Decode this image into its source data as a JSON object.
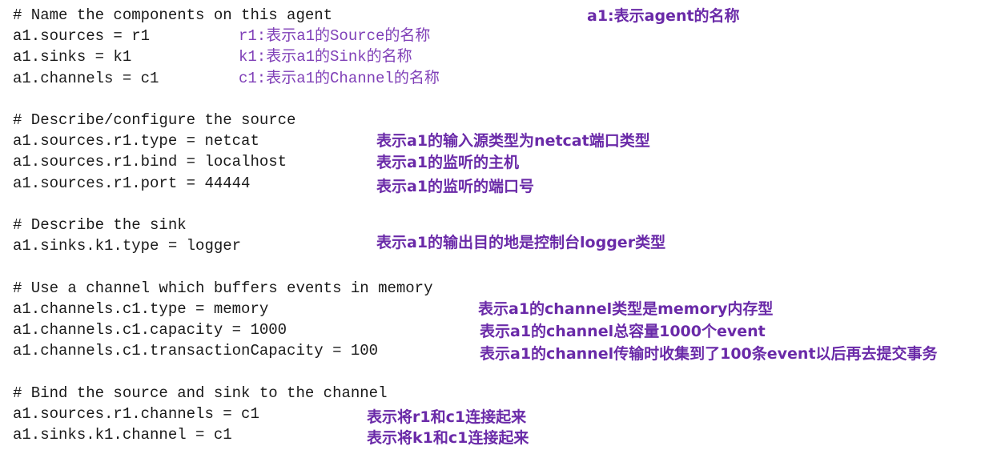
{
  "code_lines": {
    "l1": "# Name the components on this agent",
    "l2": "a1.sources = r1",
    "l3": "a1.sinks = k1",
    "l4": "a1.channels = c1",
    "l5": "# Describe/configure the source",
    "l6": "a1.sources.r1.type = netcat",
    "l7": "a1.sources.r1.bind = localhost",
    "l8": "a1.sources.r1.port = 44444",
    "l9": "# Describe the sink",
    "l10": "a1.sinks.k1.type = logger",
    "l11": "# Use a channel which buffers events in memory",
    "l12": "a1.channels.c1.type = memory",
    "l13": "a1.channels.c1.capacity = 1000",
    "l14": "a1.channels.c1.transactionCapacity = 100",
    "l15": "# Bind the source and sink to the channel",
    "l16": "a1.sources.r1.channels = c1",
    "l17": "a1.sinks.k1.channel = c1"
  },
  "annotations": {
    "agent_name": "a1:表示agent的名称",
    "source_name": "r1:表示a1的Source的名称",
    "sink_name": "k1:表示a1的Sink的名称",
    "channel_name": "c1:表示a1的Channel的名称",
    "source_type": "表示a1的输入源类型为netcat端口类型",
    "source_bind": "表示a1的监听的主机",
    "source_port": "表示a1的监听的端口号",
    "sink_type": "表示a1的输出目的地是控制台logger类型",
    "channel_type": "表示a1的channel类型是memory内存型",
    "channel_capacity": "表示a1的channel总容量1000个event",
    "channel_txn": "表示a1的channel传输时收集到了100条event以后再去提交事务",
    "bind_source": "表示将r1和c1连接起来",
    "bind_sink": "表示将k1和c1连接起来"
  },
  "colors": {
    "code_text": "#1a1a1a",
    "annotation_text": "#6a2aa8"
  }
}
